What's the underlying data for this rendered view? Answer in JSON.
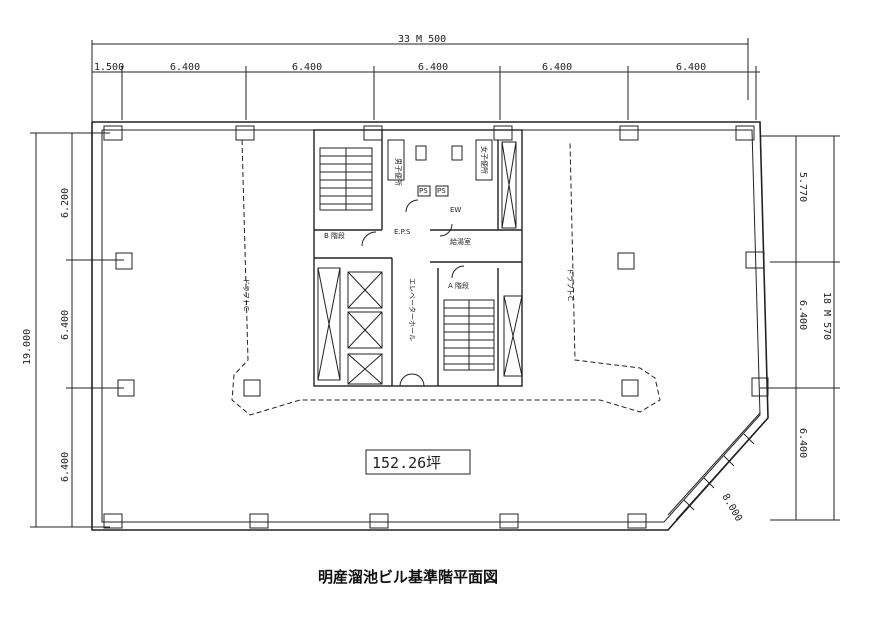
{
  "dimensions": {
    "total_width": "33 M 500",
    "top_spans": [
      "1.500",
      "6.400",
      "6.400",
      "6.400",
      "6.400",
      "6.400"
    ],
    "left_total": "19.000",
    "left_spans": [
      "6.200",
      "6.400",
      "6.400"
    ],
    "right_total": "18 M 570",
    "right_spans": [
      "5.770",
      "6.400",
      "6.400"
    ],
    "diagonal": "8.000"
  },
  "rooms": {
    "stair_b": "B 階段",
    "stair_a": "A 階段",
    "mens_wc": "男子便所",
    "womens_wc": "女子便所",
    "ps_left": "PS",
    "ps_right": "PS",
    "pantry": "給湯室",
    "ew": "EW",
    "eps": "E.P.S",
    "elevator_hall": "エレベーターホール",
    "left_sash": "ドラフトC",
    "right_sash": "ドラフトC"
  },
  "area_label": "152.26坪",
  "title": "明産溜池ビル基準階平面図"
}
